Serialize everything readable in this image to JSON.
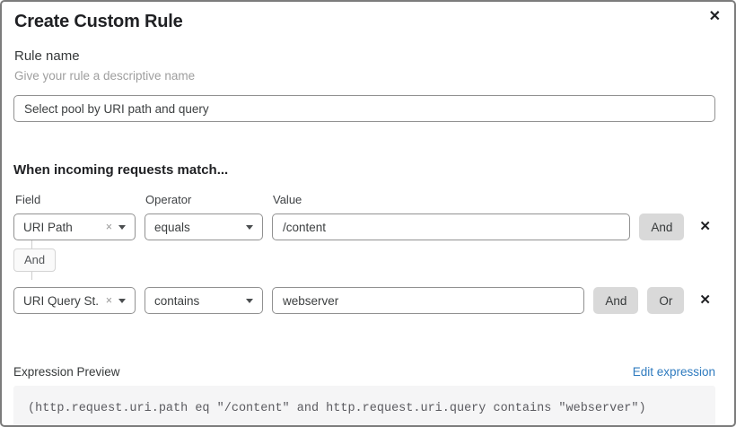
{
  "dialog": {
    "title": "Create Custom Rule",
    "close_icon": "✕"
  },
  "rule_name": {
    "label": "Rule name",
    "helper": "Give your rule a descriptive name",
    "value": "Select pool by URI path and query"
  },
  "match": {
    "heading": "When incoming requests match...",
    "columns": {
      "field": "Field",
      "operator": "Operator",
      "value": "Value"
    },
    "rows": [
      {
        "field": "URI Path",
        "operator": "equals",
        "value": "/content"
      },
      {
        "field": "URI Query St...",
        "operator": "contains",
        "value": "webserver"
      }
    ],
    "connector": "And",
    "and_label": "And",
    "or_label": "Or",
    "clear_icon": "×",
    "delete_icon": "✕"
  },
  "expression": {
    "label": "Expression Preview",
    "edit_link": "Edit expression",
    "code": "(http.request.uri.path eq \"/content\" and http.request.uri.query contains \"webserver\")"
  },
  "colors": {
    "link_blue": "#2f7bbf",
    "button_gray": "#d9d9d9",
    "input_border": "#919191",
    "code_background": "#f5f5f6"
  }
}
